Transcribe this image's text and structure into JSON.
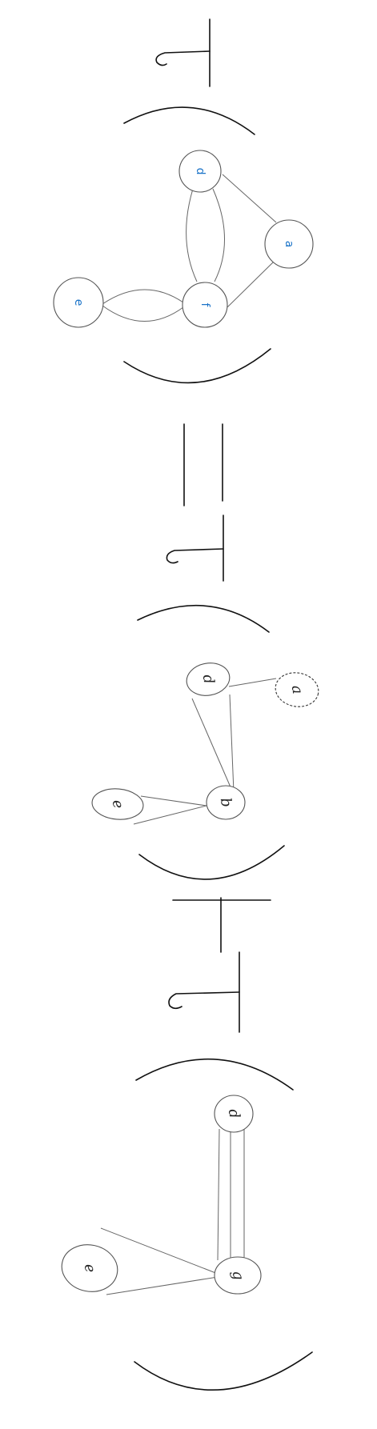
{
  "formula": {
    "term1": {
      "nodes": [
        "e",
        "f",
        "d",
        "a"
      ]
    },
    "term2": {
      "nodes": [
        "e",
        "b",
        "d",
        "a"
      ]
    },
    "term3": {
      "nodes": [
        "e",
        "g",
        "d"
      ]
    }
  },
  "colors": {
    "label": "#1a73c8",
    "ink": "#111111"
  }
}
